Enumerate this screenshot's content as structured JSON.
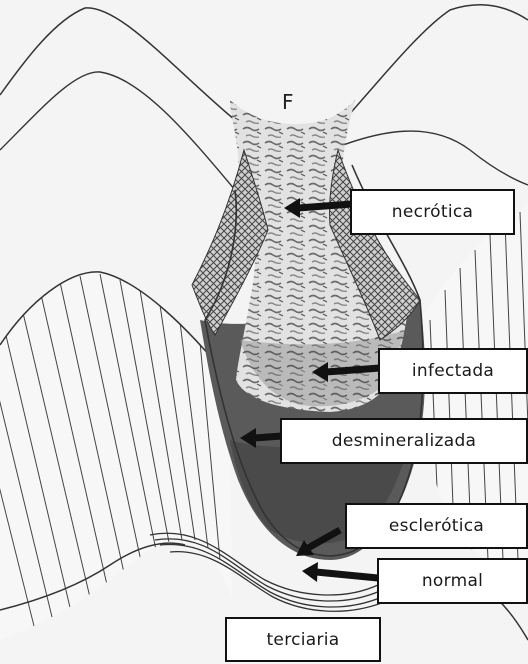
{
  "figure": {
    "marker": "F",
    "labels": [
      {
        "key": "necrotica",
        "text": "necrótica"
      },
      {
        "key": "infectada",
        "text": "infectada"
      },
      {
        "key": "desmineralizada",
        "text": "desmineralizada"
      },
      {
        "key": "esclerotica",
        "text": "esclerótica"
      },
      {
        "key": "normal",
        "text": "normal"
      },
      {
        "key": "terciaria",
        "text": "terciaria"
      }
    ]
  },
  "colors": {
    "background": "#f4f4f4",
    "outline": "#333333",
    "dark_zone": "#555555",
    "label_border": "#111111",
    "arrow": "#111111"
  }
}
